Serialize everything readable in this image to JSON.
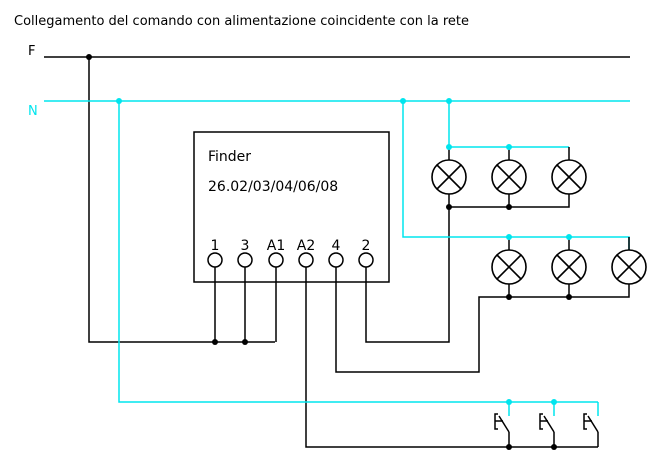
{
  "title": "Collegamento del comando con alimentazione coincidente con la rete",
  "lines": {
    "phase": "F",
    "neutral": "N"
  },
  "relay": {
    "brand": "Finder",
    "model": "26.02/03/04/06/08",
    "terminals": [
      "1",
      "3",
      "A1",
      "A2",
      "4",
      "2"
    ]
  },
  "colors": {
    "phase": "#000000",
    "neutral": "#00e5ee"
  }
}
